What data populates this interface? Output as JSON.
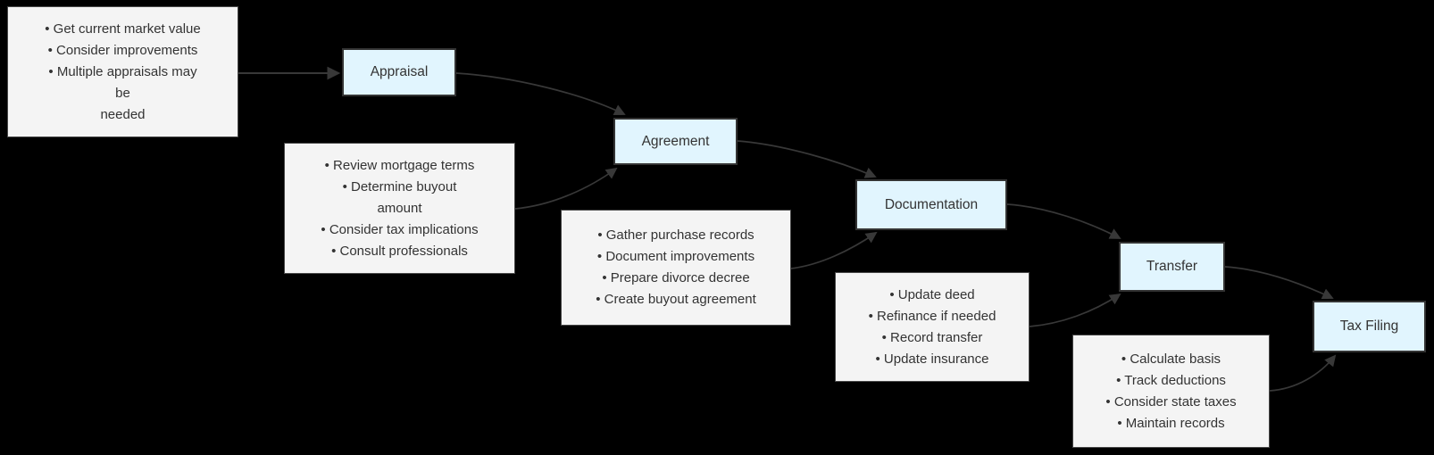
{
  "diagram": {
    "type": "flowchart",
    "direction": "left-to-right",
    "colors": {
      "background": "#000000",
      "node_fill": "#e1f5fe",
      "node_border": "#333333",
      "note_fill": "#f4f4f4",
      "note_border": "#474747",
      "edge_color": "#383838",
      "text_color": "#333333"
    },
    "nodes": [
      {
        "id": "appraisal",
        "label": "Appraisal"
      },
      {
        "id": "agreement",
        "label": "Agreement"
      },
      {
        "id": "documentation",
        "label": "Documentation"
      },
      {
        "id": "transfer",
        "label": "Transfer"
      },
      {
        "id": "tax-filing",
        "label": "Tax Filing"
      }
    ],
    "notes": [
      {
        "for": "appraisal",
        "lines": [
          "• Get current market value",
          "• Consider improvements",
          "• Multiple appraisals may",
          "be",
          "needed"
        ]
      },
      {
        "for": "agreement",
        "lines": [
          "• Review mortgage terms",
          "• Determine buyout",
          "amount",
          "• Consider tax implications",
          "• Consult professionals"
        ]
      },
      {
        "for": "documentation",
        "lines": [
          "• Gather purchase records",
          "• Document improvements",
          "• Prepare divorce decree",
          "• Create buyout agreement"
        ]
      },
      {
        "for": "transfer",
        "lines": [
          "• Update deed",
          "• Refinance if needed",
          "• Record transfer",
          "• Update insurance"
        ]
      },
      {
        "for": "tax-filing",
        "lines": [
          "• Calculate basis",
          "• Track deductions",
          "• Consider state taxes",
          "• Maintain records"
        ]
      }
    ],
    "edges": [
      {
        "from": "note-appraisal",
        "to": "appraisal"
      },
      {
        "from": "appraisal",
        "to": "agreement"
      },
      {
        "from": "note-agreement",
        "to": "agreement"
      },
      {
        "from": "agreement",
        "to": "documentation"
      },
      {
        "from": "note-documentation",
        "to": "documentation"
      },
      {
        "from": "documentation",
        "to": "transfer"
      },
      {
        "from": "note-transfer",
        "to": "transfer"
      },
      {
        "from": "transfer",
        "to": "tax-filing"
      },
      {
        "from": "note-tax-filing",
        "to": "tax-filing"
      }
    ]
  }
}
